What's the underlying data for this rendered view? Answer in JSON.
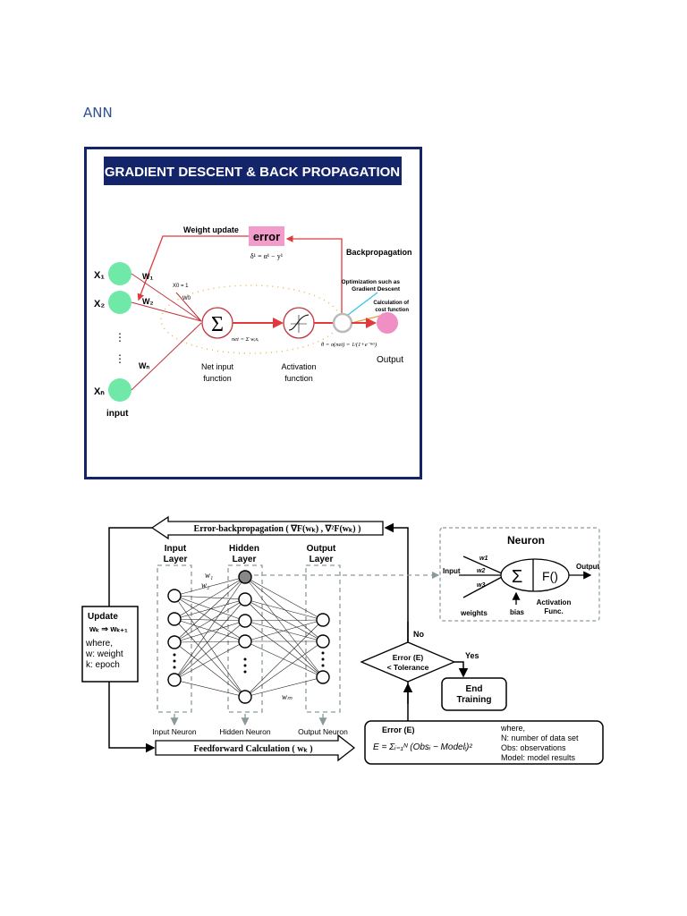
{
  "heading": "ANN",
  "figure1": {
    "title": "GRADIENT DESCENT & BACK PROPAGATION",
    "weight_update": "Weight update",
    "error_label": "error",
    "error_formula": "δ¹ = α¹ − y¹",
    "backprop": "Backpropagation",
    "optimization_line1": "Optimization such as",
    "optimization_line2": "Gradient Descent",
    "cost_line1": "Calculation of",
    "cost_line2": "cost function",
    "inputs": [
      "X₁",
      "X₂",
      "Xₙ"
    ],
    "weights": [
      "W₁",
      "W₂",
      "Wₙ"
    ],
    "bias_label": "X0 = 1",
    "bias_weight": "W0",
    "sigma": "Σ",
    "net_formula": "net = Σ wᵢxᵢ",
    "net_input_line1": "Net input",
    "net_input_line2": "function",
    "activation_line1": "Activation",
    "activation_line2": "function",
    "output_formula": "θ = σ(net) = 1/(1+e⁻ⁿᵉᵗ)",
    "output_label": "Output",
    "input_label": "input",
    "colors": {
      "title_bg": "#14246b",
      "error_bg": "#f19ccb",
      "input_node": "#6fe8a8",
      "output_node": "#ef8fc6",
      "arrow": "#e0393e"
    }
  },
  "figure2": {
    "backprop_banner": "Error-backpropagation ( ∇F(wₖ) , ∇²F(wₖ) )",
    "feedforward_banner": "Feedforward Calculation ( wₖ )",
    "layers": [
      {
        "title1": "Input",
        "title2": "Layer",
        "caption": "Input Neuron"
      },
      {
        "title1": "Hidden",
        "title2": "Layer",
        "caption": "Hidden Neuron"
      },
      {
        "title1": "Output",
        "title2": "Layer",
        "caption": "Output Neuron"
      }
    ],
    "w1": "w₁",
    "w2": "w₂",
    "wm": "wₘ",
    "update": {
      "title": "Update",
      "formula": "wₖ ⇒ wₖ₊₁",
      "where": "where,",
      "w_def": "w: weight",
      "k_def": "k: epoch"
    },
    "neuron": {
      "title": "Neuron",
      "w1": "w1",
      "w2": "w2",
      "w3": "w3",
      "input": "Input",
      "output": "Output",
      "weights": "weights",
      "bias": "bias",
      "sigma": "Σ",
      "func": "F()",
      "activation1": "Activation",
      "activation2": "Func."
    },
    "decision": {
      "line1": "Error (E)",
      "line2": "< Tolerance",
      "no": "No",
      "yes": "Yes"
    },
    "end": {
      "line1": "End",
      "line2": "Training"
    },
    "error_box": {
      "title": "Error (E)",
      "formula": "E = Σᵢ₌₁ᴺ (Obsᵢ − Modelᵢ)²",
      "where": "where,",
      "n_def": "N: number of data set",
      "obs_def": "Obs: observations",
      "model_def": "Model: model results"
    }
  }
}
